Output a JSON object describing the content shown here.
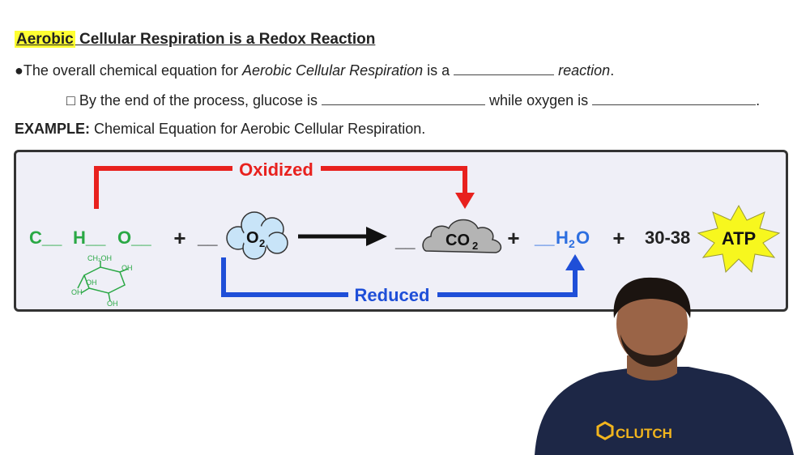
{
  "heading": {
    "highlight_word": "Aerobic",
    "rest": " Cellular Respiration is a Redox Reaction"
  },
  "bullet1": {
    "bullet": "●",
    "text_a": "The overall chemical equation for ",
    "italic": "Aerobic Cellular Respiration",
    "text_b": " is a ",
    "after_blank_italic": "reaction",
    "period": "."
  },
  "bullet2": {
    "checkbox": "□",
    "text_a": " By the end of the process, glucose is ",
    "text_b": " while oxygen is ",
    "period": "."
  },
  "example": {
    "label": "EXAMPLE:",
    "text": " Chemical Equation for Aerobic Cellular Respiration."
  },
  "equation": {
    "oxidized_label": "Oxidized",
    "reduced_label": "Reduced",
    "c": "C__",
    "h": "H__",
    "o": "O__",
    "plus": "+",
    "blank": "__",
    "o2": "O",
    "o2_sub": "2",
    "co2": "CO",
    "co2_sub": "2",
    "h2o_h": "H",
    "h2o_sub": "2",
    "h2o_o": "O",
    "atp_range": "30-38",
    "atp": "ATP",
    "glucose_labels": [
      "CH₂OH",
      "OH",
      "OH",
      "OH",
      "OH"
    ]
  },
  "presenter": {
    "shirt_text": "CLUTCH"
  },
  "colors": {
    "highlight": "#ffff33",
    "oxidized": "#e8211e",
    "reduced": "#1f4fd8",
    "formula_green": "#2aa845",
    "h2o_blue": "#2d6fe0",
    "atp_yellow": "#f7f71e"
  }
}
